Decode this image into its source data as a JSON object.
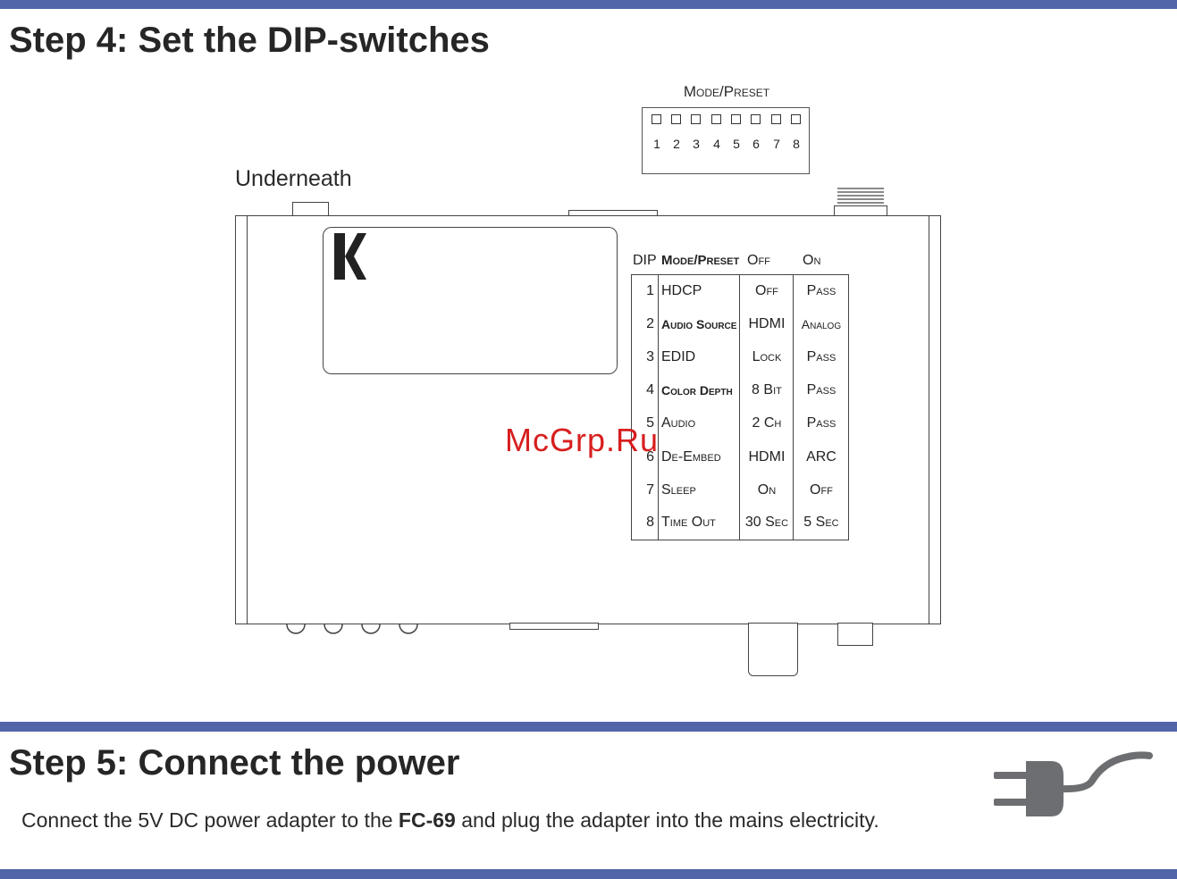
{
  "step4": {
    "title": "Step 4: Set the DIP-switches"
  },
  "diagram": {
    "underneath_label": "Underneath",
    "mode_preset_label": "Mode/Preset",
    "switch_numbers": [
      "1",
      "2",
      "3",
      "4",
      "5",
      "6",
      "7",
      "8"
    ],
    "table_header": {
      "dip": "DIP",
      "mode": "Mode/Preset",
      "off": "Off",
      "on": "On"
    },
    "rows": [
      {
        "num": "1",
        "name": "HDCP",
        "off": "Off",
        "on": "Pass"
      },
      {
        "num": "2",
        "name": "Audio Source",
        "off": "HDMI",
        "on": "Analog"
      },
      {
        "num": "3",
        "name": "EDID",
        "off": "Lock",
        "on": "Pass"
      },
      {
        "num": "4",
        "name": "Color Depth",
        "off": "8 Bit",
        "on": "Pass"
      },
      {
        "num": "5",
        "name": "Audio",
        "off": "2 Ch",
        "on": "Pass"
      },
      {
        "num": "6",
        "name": "De-Embed",
        "off": "HDMI",
        "on": "ARC"
      },
      {
        "num": "7",
        "name": "Sleep",
        "off": "On",
        "on": "Off"
      },
      {
        "num": "8",
        "name": "Time Out",
        "off": "30 Sec",
        "on": "5 Sec"
      }
    ]
  },
  "watermark": "McGrp.Ru",
  "step5": {
    "title": "Step 5: Connect the power",
    "text_before": "Connect the 5V DC power adapter to the ",
    "product": "FC-69",
    "text_after": " and plug the adapter into the mains electricity."
  },
  "colors": {
    "rule": "#5165a8",
    "watermark": "#d81e1e",
    "plug": "#6d6e71"
  },
  "icons": {
    "logo": "kramer-k-logo",
    "plug": "power-plug-icon"
  }
}
